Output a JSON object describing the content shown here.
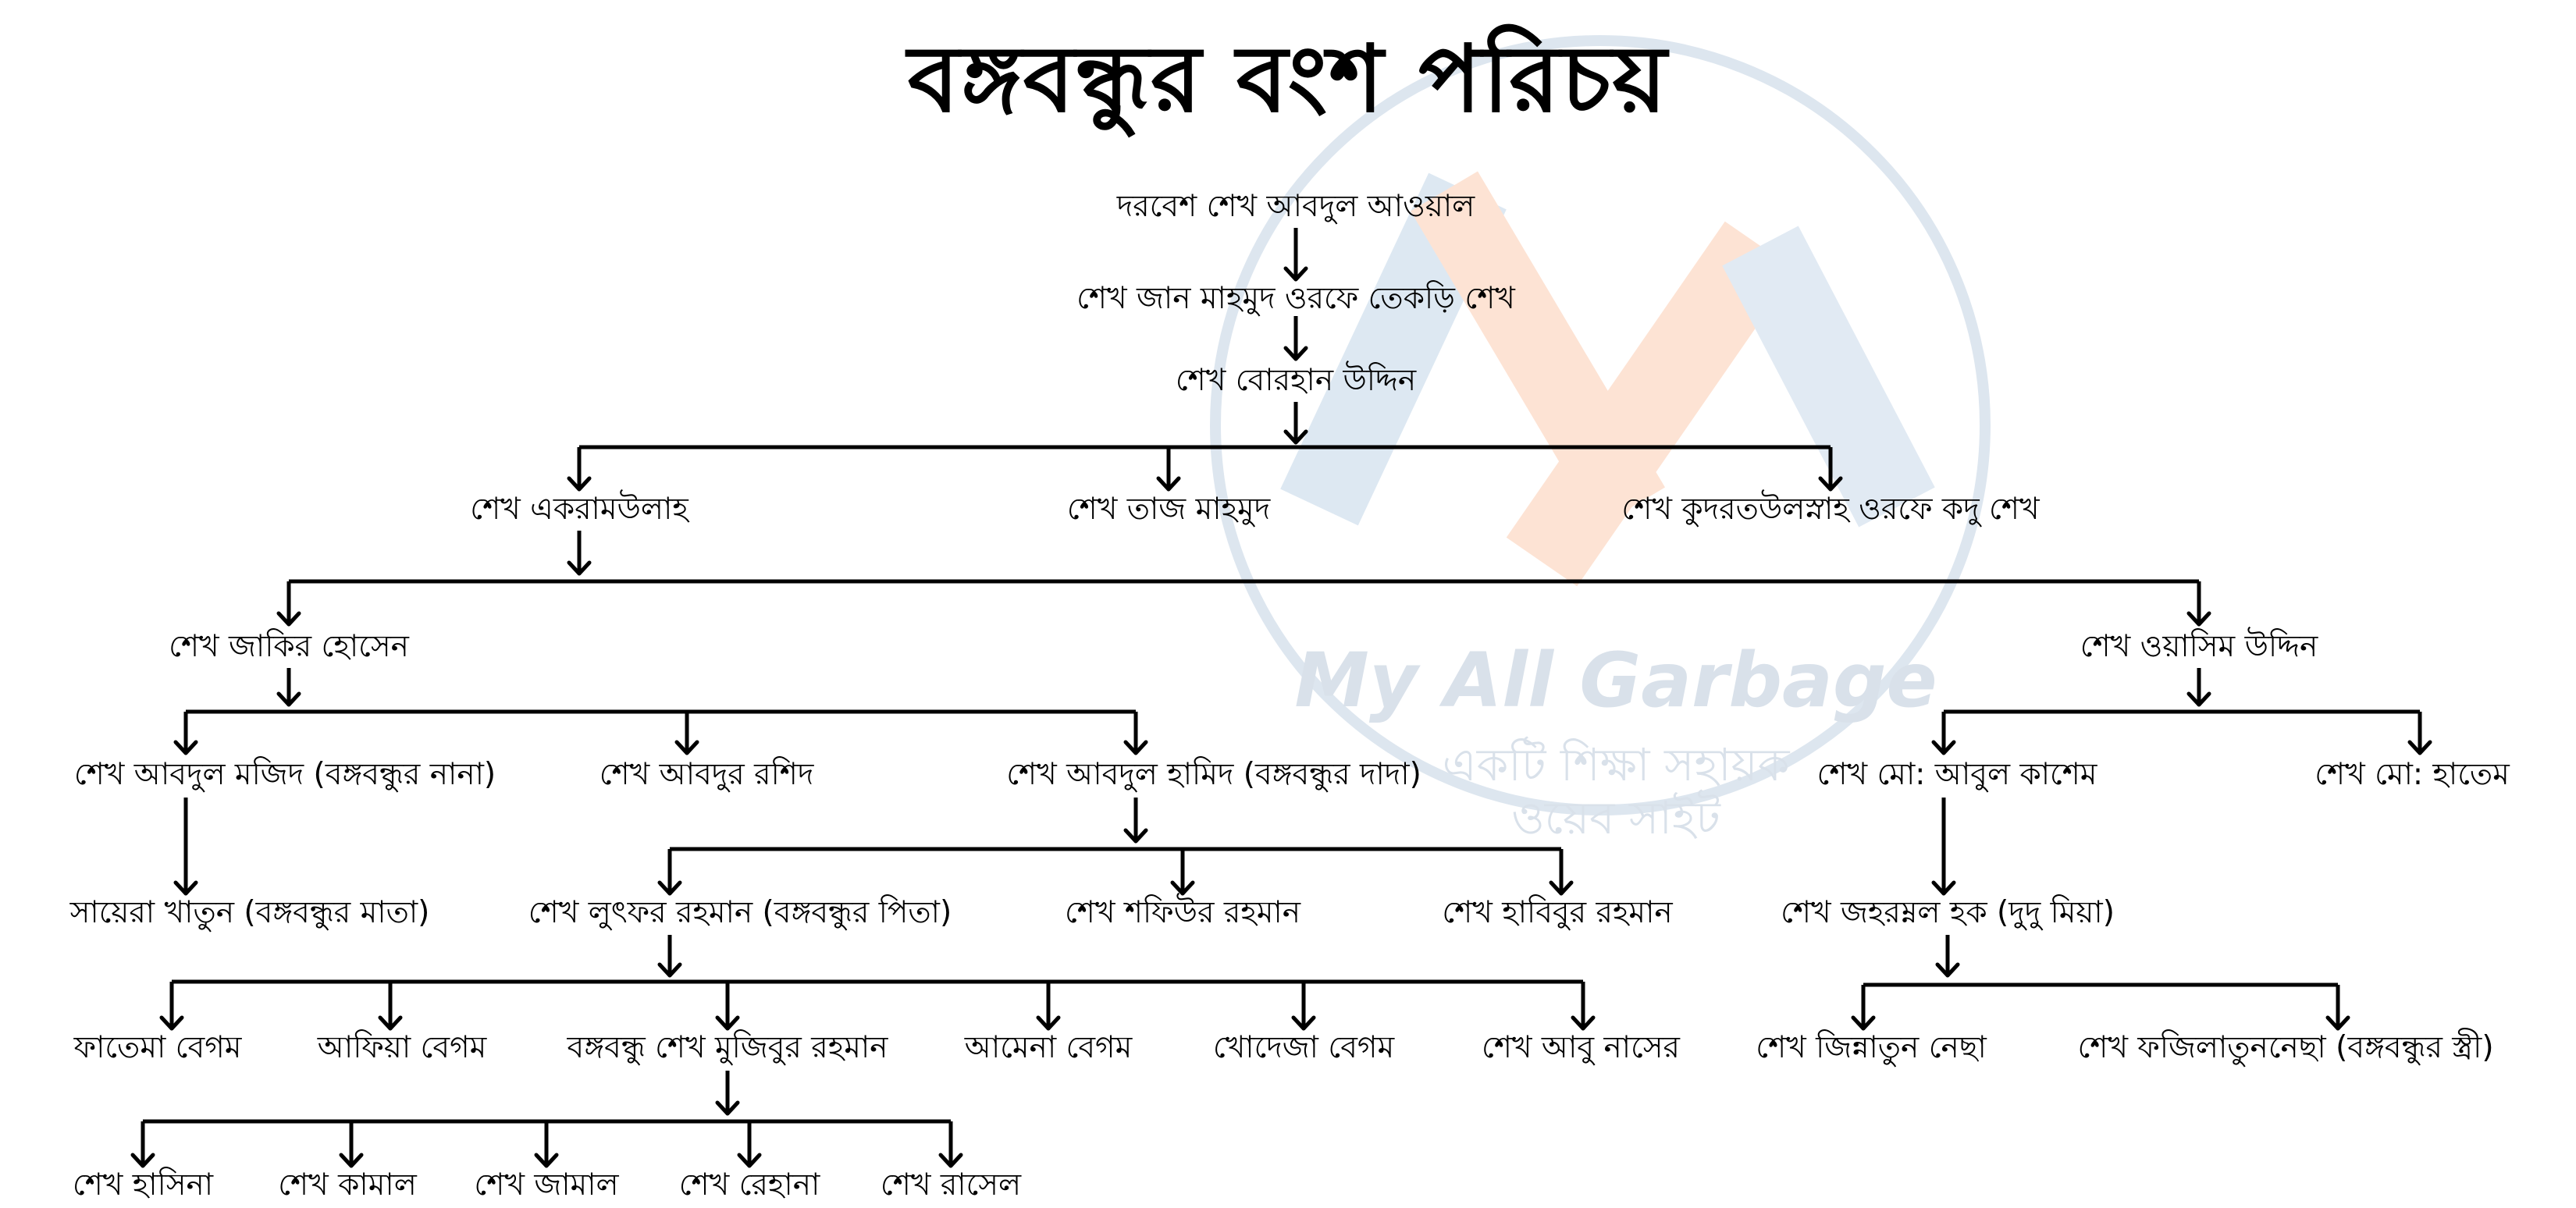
{
  "title": "বঙ্গবন্ধুর বংশ পরিচয়",
  "watermark": {
    "brand": "My All Garbage",
    "tagline_1": "একটি শিক্ষা সহায়ক",
    "tagline_2": "ওয়েব সাইট",
    "colors": {
      "circle": "#dde6ef",
      "left_stroke": "#dde8f2",
      "orange_stroke": "#fde3d4",
      "right_stroke": "#e1eaf3"
    }
  },
  "nodes": {
    "n1": "দরবেশ শেখ আবদুল আওয়াল",
    "n2": "শেখ জান মাহমুদ ওরফে তেকড়ি শেখ",
    "n3": "শেখ বোরহান উদ্দিন",
    "n4a": "শেখ একরামউলাহ",
    "n4b": "শেখ তাজ মাহমুদ",
    "n4c": "শেখ কুদরতউলস্নাহ ওরফে কদু শেখ",
    "n5a": "শেখ জাকির হোসেন",
    "n5b": "শেখ ওয়াসিম উদ্দিন",
    "n6a": "শেখ আবদুল মজিদ (বঙ্গবন্ধুর নানা)",
    "n6b": "শেখ আবদুর রশিদ",
    "n6c": "শেখ আবদুল হামিদ (বঙ্গবন্ধুর দাদা)",
    "n6d": "শেখ মো: আবুল কাশেম",
    "n6e": "শেখ মো: হাতেম",
    "n7a": "সায়েরা খাতুন (বঙ্গবন্ধুর মাতা)",
    "n7b": "শেখ লুৎফর রহমান (বঙ্গবন্ধুর পিতা)",
    "n7c": "শেখ শফিউর রহমান",
    "n7d": "শেখ হাবিবুর রহমান",
    "n7e": "শেখ জহরম্নল হক (দুদু মিয়া)",
    "n8a": "ফাতেমা বেগম",
    "n8b": "আফিয়া বেগম",
    "n8c": "বঙ্গবন্ধু শেখ মুজিবুর রহমান",
    "n8d": "আমেনা বেগম",
    "n8e": "খোদেজা বেগম",
    "n8f": "শেখ আবু নাসের",
    "n8g": "শেখ জিন্নাতুন নেছা",
    "n8h": "শেখ ফজিলাতুননেছা (বঙ্গবন্ধুর স্ত্রী)",
    "n9a": "শেখ হাসিনা",
    "n9b": "শেখ কামাল",
    "n9c": "শেখ জামাল",
    "n9d": "শেখ রেহানা",
    "n9e": "শেখ রাসেল"
  }
}
